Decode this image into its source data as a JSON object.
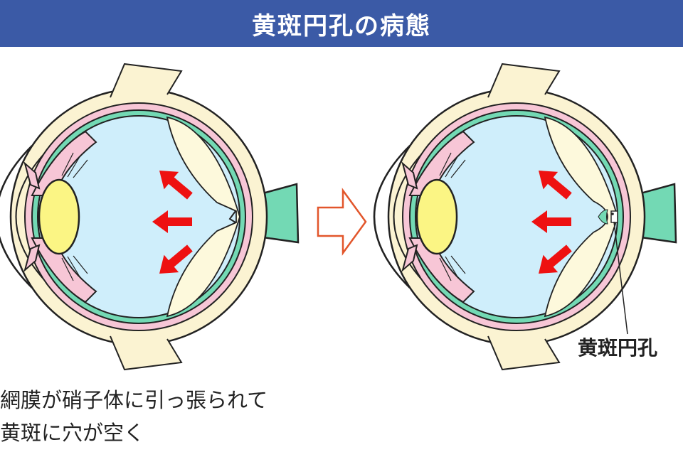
{
  "title": "黄斑円孔の病態",
  "hole_label": "黄斑円孔",
  "caption": {
    "line1": "網膜が硝子体に引っ張られて",
    "line2": "黄斑に穴が空く"
  },
  "colors": {
    "title_bar": "#3b5aa6",
    "sclera": "#fbf3d2",
    "choroid": "#f7c6d6",
    "retina": "#73d9b4",
    "vitreous": "#cfeefb",
    "posterior_gel": "#fdf9dc",
    "lens": "#fbf584",
    "arrow_red": "#ee1111",
    "transition_arrow": "#e2562b",
    "outline": "#222222"
  },
  "icons": {
    "traction_arrow": "arrow-icon",
    "transition": "right-arrow-icon"
  }
}
